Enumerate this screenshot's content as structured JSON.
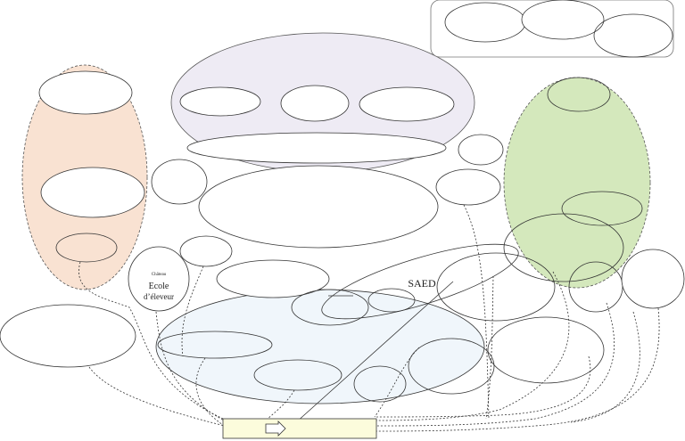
{
  "labels": {
    "chateau": "Château",
    "ecole_line1": "Ecole",
    "ecole_line2": "d’éleveur",
    "saed": "SAED"
  },
  "colors": {
    "orange_fill": "#f9e2d2",
    "purple_fill": "#eeebf4",
    "green_fill": "#d4e8bc",
    "blue_fill": "#f0f6fb",
    "yellow_fill": "#fcfcdc",
    "stroke": "#333333"
  },
  "icons": {
    "legend_arrow": "right-arrow-icon"
  }
}
